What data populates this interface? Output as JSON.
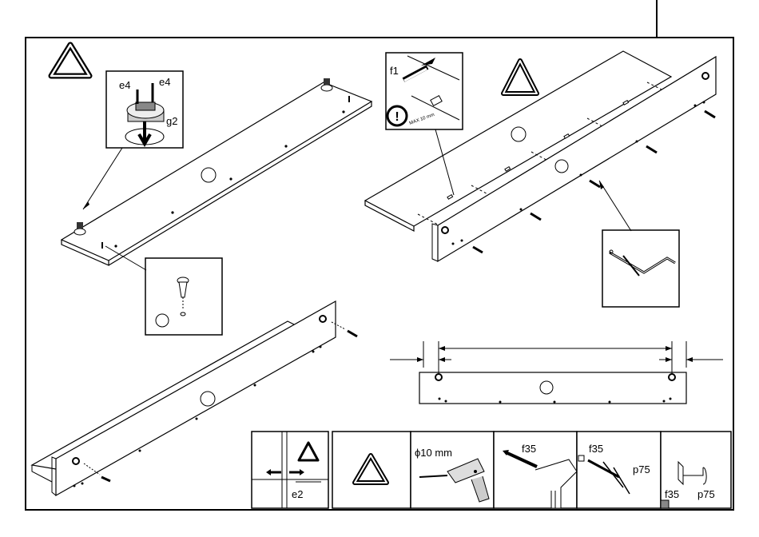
{
  "page": {
    "title": "Assembly instruction sheet: shelf with wall mounting"
  },
  "callouts": {
    "hardware_detail": {
      "label_e4_left": "e4",
      "label_e4_right": "e4",
      "label_g2": "g2"
    },
    "dowel_detail": {
      "label_f1": "f1",
      "warning_symbol": "!",
      "caption": "MAX 10 mm"
    }
  },
  "bottom_strip": {
    "panel1": {
      "label_e2": "e2"
    },
    "panel3": {
      "drill_label": "ϕ10 mm"
    },
    "panel4": {
      "label_f35": "f35"
    },
    "panel5": {
      "label_f35": "f35",
      "label_p75": "p75"
    },
    "panel6": {
      "label_f35": "f35",
      "label_p75": "p75"
    }
  },
  "icons": [
    "warning-triangle-icon",
    "exclamation-icon",
    "drill-icon",
    "screwdriver-icon",
    "wall-plug-icon",
    "screw-icon",
    "bracket-icon",
    "allen-key-icon"
  ]
}
